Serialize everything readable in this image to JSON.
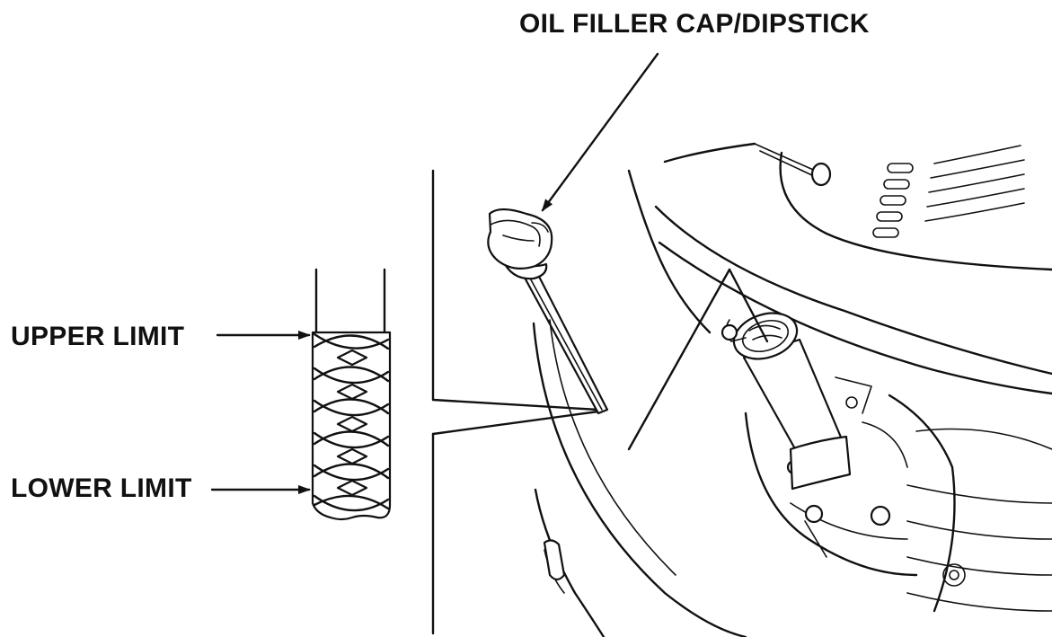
{
  "labels": {
    "cap": "OIL FILLER CAP/DIPSTICK",
    "upper": "UPPER LIMIT",
    "lower": "LOWER LIMIT"
  },
  "colors": {
    "ink": "#111111",
    "background": "#ffffff"
  }
}
